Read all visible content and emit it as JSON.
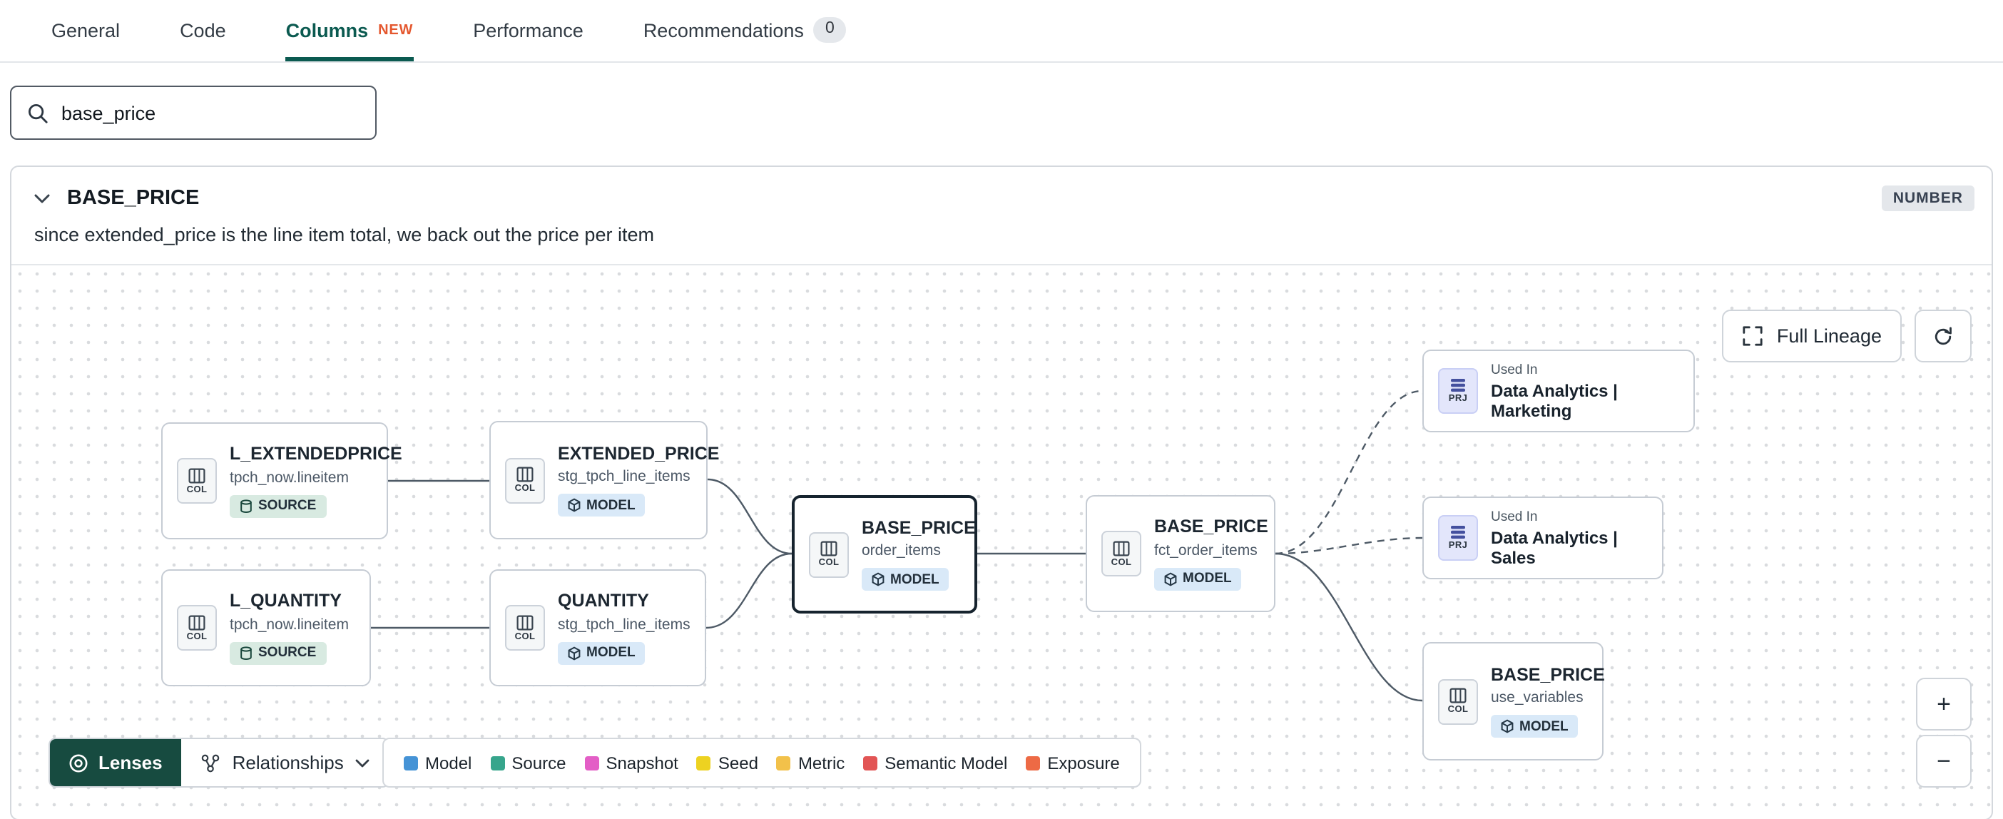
{
  "tabs": {
    "items": [
      {
        "label": "General"
      },
      {
        "label": "Code"
      },
      {
        "label": "Columns",
        "badge": "NEW"
      },
      {
        "label": "Performance"
      },
      {
        "label": "Recommendations",
        "count": "0"
      }
    ]
  },
  "search": {
    "value": "base_price"
  },
  "column": {
    "name": "BASE_PRICE",
    "type": "NUMBER",
    "description": "since extended_price is the line item total, we back out the price per item"
  },
  "graph": {
    "full_lineage": "Full Lineage",
    "nodes": [
      {
        "icon": "COL",
        "title": "L_EXTENDEDPRICE",
        "subtitle": "tpch_now.lineitem",
        "badge": "SOURCE"
      },
      {
        "icon": "COL",
        "title": "EXTENDED_PRICE",
        "subtitle": "stg_tpch_line_items",
        "badge": "MODEL"
      },
      {
        "icon": "COL",
        "title": "L_QUANTITY",
        "subtitle": "tpch_now.lineitem",
        "badge": "SOURCE"
      },
      {
        "icon": "COL",
        "title": "QUANTITY",
        "subtitle": "stg_tpch_line_items",
        "badge": "MODEL"
      },
      {
        "icon": "COL",
        "title": "BASE_PRICE",
        "subtitle": "order_items",
        "badge": "MODEL"
      },
      {
        "icon": "COL",
        "title": "BASE_PRICE",
        "subtitle": "fct_order_items",
        "badge": "MODEL"
      },
      {
        "icon": "PRJ",
        "used_in": "Used In",
        "title": "Data Analytics | Marketing"
      },
      {
        "icon": "PRJ",
        "used_in": "Used In",
        "title": "Data Analytics | Sales"
      },
      {
        "icon": "COL",
        "title": "BASE_PRICE",
        "subtitle": "use_variables",
        "badge": "MODEL"
      }
    ],
    "controls": {
      "lenses": "Lenses",
      "relationships": "Relationships",
      "zoom_in": "+",
      "zoom_out": "−"
    },
    "legend": [
      {
        "label": "Model",
        "color": "#4593d6"
      },
      {
        "label": "Source",
        "color": "#37a58c"
      },
      {
        "label": "Snapshot",
        "color": "#e35ec6"
      },
      {
        "label": "Seed",
        "color": "#edd221"
      },
      {
        "label": "Metric",
        "color": "#f2c14a"
      },
      {
        "label": "Semantic Model",
        "color": "#e25555"
      },
      {
        "label": "Exposure",
        "color": "#ed6a45"
      }
    ]
  }
}
